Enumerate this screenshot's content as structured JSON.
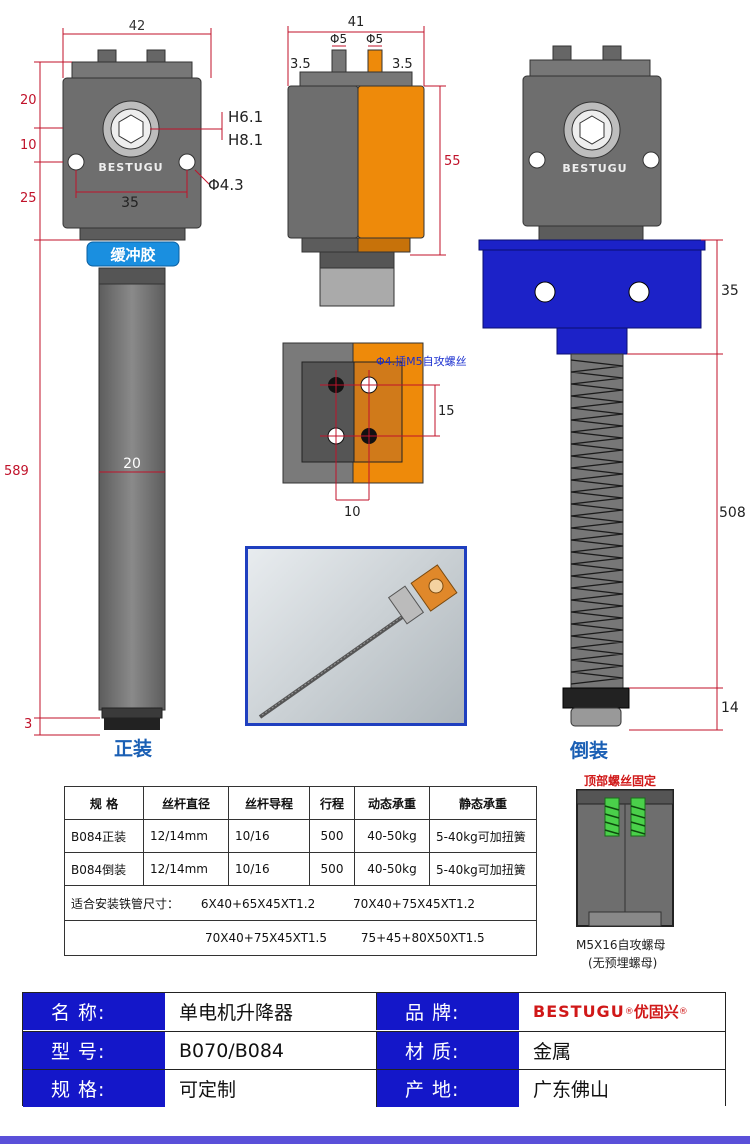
{
  "front_view": {
    "dim_width": "42",
    "dim_20": "20",
    "dim_10": "10",
    "dim_25": "25",
    "dim_h61": "H6.1",
    "dim_h81": "H8.1",
    "dim_hole": "Φ4.3",
    "dim_35": "35",
    "dim_589": "589",
    "dim_tube": "20",
    "dim_3": "3",
    "brand_on_body": "BESTUGU",
    "buffer_label": "缓冲胶",
    "view_label": "正装"
  },
  "side_view": {
    "dim_41": "41",
    "dim_phi5_a": "Φ5",
    "dim_phi5_b": "Φ5",
    "dim_35a": "3.5",
    "dim_35b": "3.5",
    "dim_55": "55"
  },
  "top_view": {
    "note": "Φ4.插M5自攻螺丝",
    "dim_15": "15",
    "dim_10": "10"
  },
  "inverted_view": {
    "brand_on_body": "BESTUGU",
    "dim_35": "35",
    "dim_508": "508",
    "dim_14": "14",
    "view_label": "倒装"
  },
  "nut_detail": {
    "top_note": "顶部螺丝固定",
    "caption_1": "M5X16自攻螺母",
    "caption_2": "(无预埋螺母)"
  },
  "spec_table": {
    "headers": [
      "规 格",
      "丝杆直径",
      "丝杆导程",
      "行程",
      "动态承重",
      "静态承重"
    ],
    "rows": [
      [
        "B084正装",
        "12/14mm",
        "10/16",
        "500",
        "40-50kg",
        "5-40kg可加扭簧"
      ],
      [
        "B084倒装",
        "12/14mm",
        "10/16",
        "500",
        "40-50kg",
        "5-40kg可加扭簧"
      ]
    ],
    "fit_label": "适合安装铁管尺寸：",
    "fit_1": "6X40+65X45XT1.2",
    "fit_2": "70X40+75X45XT1.2",
    "fit_3": "70X40+75X45XT1.5",
    "fit_4": "75+45+80X50XT1.5"
  },
  "info": {
    "name_label": "名  称:",
    "name_value": "单电机升降器",
    "brand_label": "品  牌:",
    "brand_value": "BESTUGU",
    "brand_cn": "优固兴",
    "model_label": "型  号:",
    "model_value": "B070/B084",
    "material_label": "材  质:",
    "material_value": "金属",
    "spec_label": "规  格:",
    "spec_value": "可定制",
    "origin_label": "产  地:",
    "origin_value": "广东佛山"
  },
  "colors": {
    "dimension": "#c0122a",
    "body_gray": "#6f6f6f",
    "accent_orange": "#ee8a0a",
    "accent_blue": "#1c22c8",
    "buffer_blue": "#1a8fe0",
    "header_blue": "#1417c9"
  }
}
